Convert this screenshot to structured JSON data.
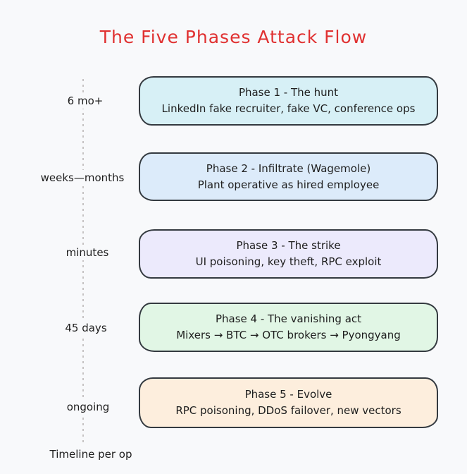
{
  "title": "The Five Phases Attack Flow",
  "colors": {
    "background": "#f8f9fb",
    "title_red": "#e03131",
    "box_border": "#343a40",
    "text": "#1e1e1e",
    "dotted_line": "#c6c3c3"
  },
  "timeline": {
    "axis_caption": "Timeline per op",
    "labels": [
      "6 mo+",
      "weeks—months",
      "minutes",
      "45 days",
      "ongoing"
    ]
  },
  "phases": [
    {
      "title": "Phase 1 - The hunt",
      "subtitle": "LinkedIn fake recruiter, fake VC, conference ops",
      "fill": "#d7f0f6"
    },
    {
      "title": "Phase 2 - Infiltrate (Wagemole)",
      "subtitle": "Plant operative as hired employee",
      "fill": "#dcebfa"
    },
    {
      "title": "Phase 3 - The strike",
      "subtitle": "UI poisoning, key theft, RPC exploit",
      "fill": "#eceafc"
    },
    {
      "title": "Phase 4 - The vanishing act",
      "subtitle": "Mixers → BTC → OTC brokers → Pyongyang",
      "fill": "#e1f6e5"
    },
    {
      "title": "Phase 5 - Evolve",
      "subtitle": "RPC poisoning, DDoS failover, new vectors",
      "fill": "#fdeedd"
    }
  ]
}
